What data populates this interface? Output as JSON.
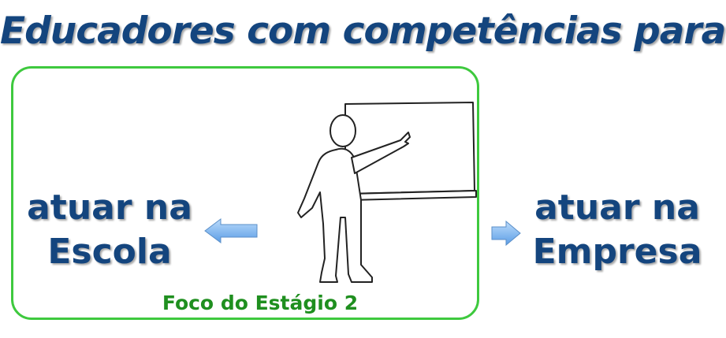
{
  "title": "Educadores com competências para…",
  "left_label": {
    "line1": "atuar na",
    "line2": "Escola"
  },
  "right_label": {
    "line1": "atuar na",
    "line2": "Empresa"
  },
  "focus_caption": "Foco do Estágio 2",
  "icons": {
    "teacher": "teacher-at-board-icon",
    "left_arrow": "arrow-left-icon",
    "right_arrow": "arrow-right-icon"
  },
  "colors": {
    "title": "#14457e",
    "labels": "#14457e",
    "focus_border": "#3ec93e",
    "focus_caption": "#1f8f1f",
    "arrow_fill": "#7fb6ee"
  }
}
